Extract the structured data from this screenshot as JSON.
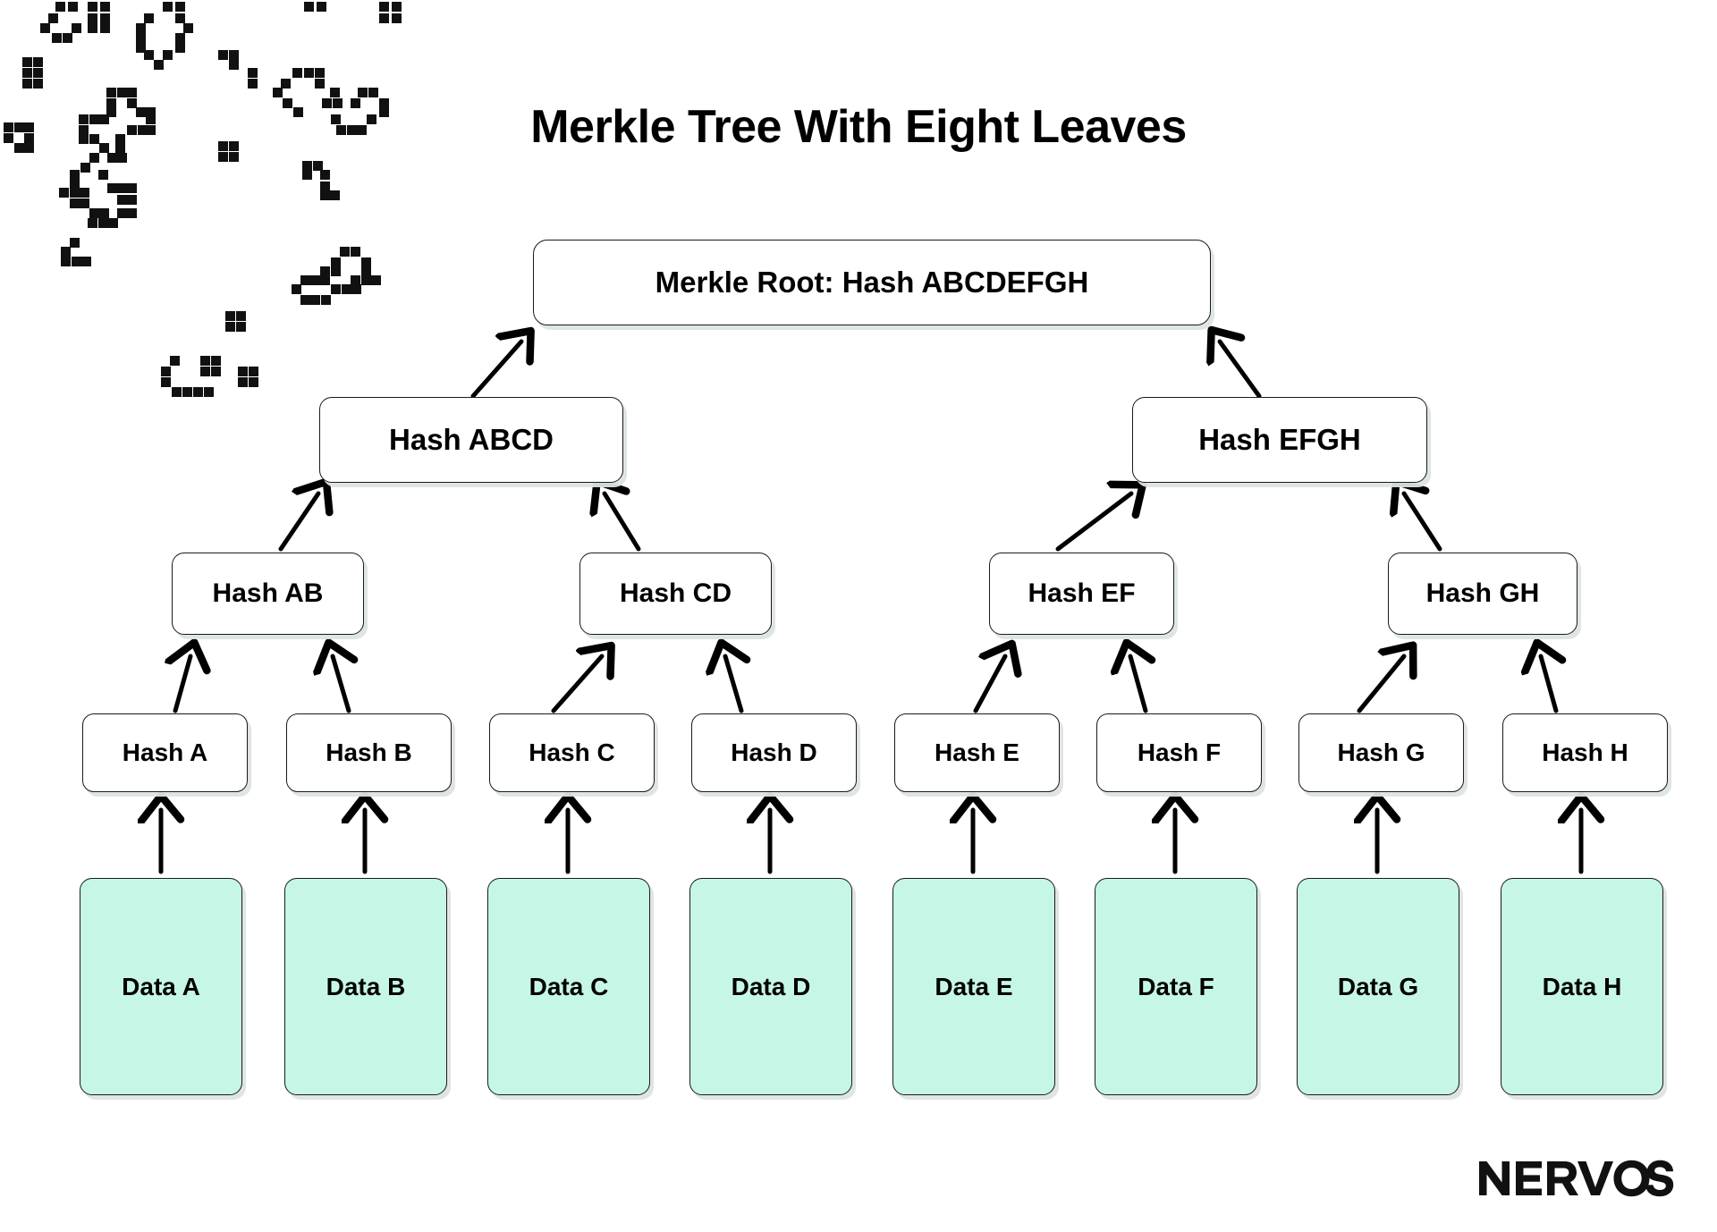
{
  "page": {
    "title": "Merkle Tree With Eight Leaves",
    "background_color": "#ffffff",
    "brand": "NERVOS"
  },
  "theme": {
    "node_fill": "#ffffff",
    "node_border": "#1a1a1a",
    "data_fill": "#c6f7e6",
    "shadow": "#dce4e2",
    "text": "#000000",
    "arrow": "#000000"
  },
  "tree": {
    "root": {
      "label": "Merkle Root: Hash ABCDEFGH"
    },
    "level2": [
      {
        "label": "Hash ABCD"
      },
      {
        "label": "Hash EFGH"
      }
    ],
    "level3": [
      {
        "label": "Hash AB"
      },
      {
        "label": "Hash CD"
      },
      {
        "label": "Hash EF"
      },
      {
        "label": "Hash GH"
      }
    ],
    "leaf_hashes": [
      {
        "label": "Hash A"
      },
      {
        "label": "Hash B"
      },
      {
        "label": "Hash C"
      },
      {
        "label": "Hash D"
      },
      {
        "label": "Hash E"
      },
      {
        "label": "Hash F"
      },
      {
        "label": "Hash G"
      },
      {
        "label": "Hash H"
      }
    ],
    "data_blocks": [
      {
        "label": "Data A"
      },
      {
        "label": "Data B"
      },
      {
        "label": "Data C"
      },
      {
        "label": "Data D"
      },
      {
        "label": "Data E"
      },
      {
        "label": "Data F"
      },
      {
        "label": "Data G"
      },
      {
        "label": "Data H"
      }
    ]
  },
  "decoration": {
    "dot_pattern_name": "pixel-dot-cluster"
  }
}
